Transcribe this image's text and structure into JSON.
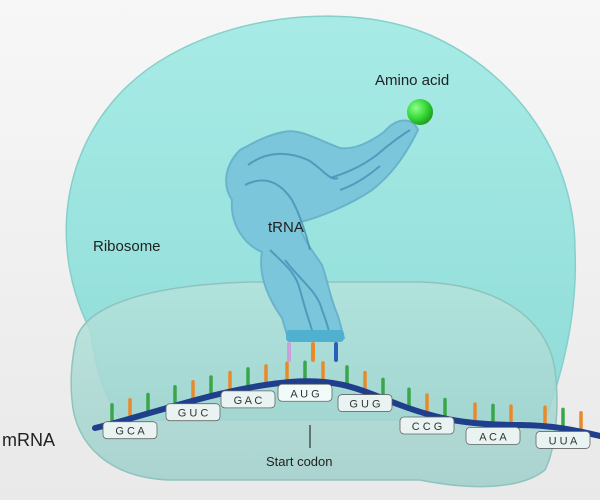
{
  "labels": {
    "amino_acid": "Amino acid",
    "trna": "tRNA",
    "ribosome": "Ribosome",
    "mrna": "mRNA",
    "start_codon": "Start codon"
  },
  "codons": [
    {
      "text": "G C A",
      "highlight": false
    },
    {
      "text": "G U C",
      "highlight": false
    },
    {
      "text": "G A C",
      "highlight": false
    },
    {
      "text": "A U G",
      "highlight": true
    },
    {
      "text": "G U G",
      "highlight": false
    },
    {
      "text": "C C G",
      "highlight": false
    },
    {
      "text": "A C A",
      "highlight": false
    },
    {
      "text": "U U A",
      "highlight": false
    }
  ],
  "colors": {
    "large_subunit": "#9fe6e2",
    "small_subunit": "#a9d8d2",
    "trna_body": "#7cc6dc",
    "amino_acid": "#3bd93b",
    "backbone": "#1f3f8c",
    "base_green": "#3aa64a",
    "base_blue": "#2a5fb8",
    "base_orange": "#e88a2a",
    "base_pink": "#c9a0dc"
  },
  "icons": {
    "amino_acid": "green-sphere",
    "trna": "folded-trna-strand"
  }
}
